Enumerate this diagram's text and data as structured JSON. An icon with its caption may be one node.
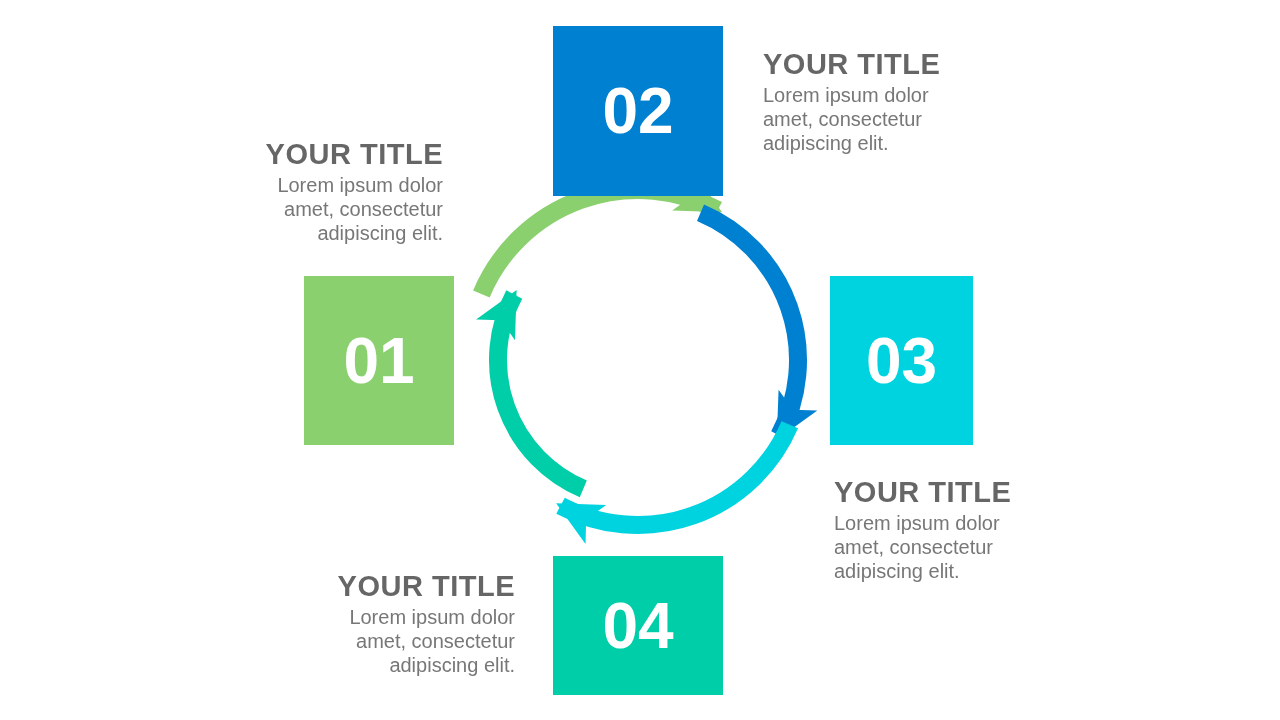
{
  "diagram": {
    "nodes": [
      {
        "text": [
          "01"
        ],
        "beside": [
          "YOUR TITLE",
          "Lorem ipsum dolor amet, consectetur adipiscing elit."
        ]
      },
      {
        "text": [
          "02"
        ],
        "beside": [
          "YOUR TITLE",
          "Lorem ipsum dolor amet, consectetur adipiscing elit."
        ]
      },
      {
        "text": [
          "03"
        ],
        "beside": [
          "YOUR TITLE",
          "Lorem ipsum dolor amet, consectetur adipiscing elit."
        ]
      },
      {
        "text": [
          "04"
        ],
        "beside": [
          "YOUR TITLE",
          "Lorem ipsum dolor amet, consectetur adipiscing elit."
        ]
      }
    ],
    "edges": [
      {
        "from": 0,
        "to": 1,
        "arrow": "to",
        "color": "#8bd06f"
      },
      {
        "from": 1,
        "to": 2,
        "arrow": "to",
        "color": "#0080d0"
      },
      {
        "from": 2,
        "to": 3,
        "arrow": "to",
        "color": "#00d3e0"
      },
      {
        "from": 3,
        "to": 0,
        "arrow": "to",
        "color": "#00cea8"
      }
    ]
  }
}
